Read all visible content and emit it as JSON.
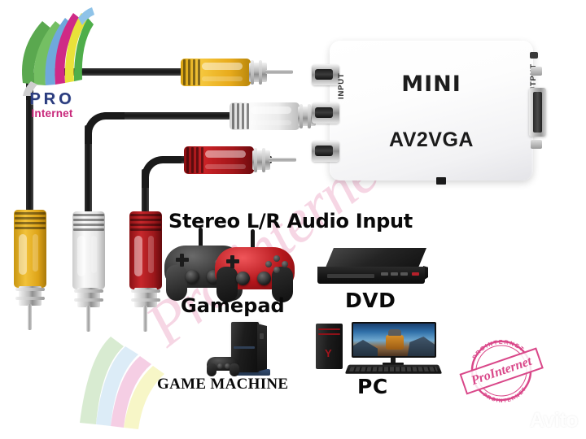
{
  "brand": {
    "logo_primary": "PRO",
    "logo_secondary": "Internet",
    "logo_icon": "colored-leaves-logo",
    "primary_color": "#2b3c7e",
    "secondary_color": "#c8277a"
  },
  "watermarks": {
    "diagonal_text": "Pro internet",
    "diagonal_color": "#e278a5",
    "marketplace": "Avito",
    "marketplace_color": "#ffffff",
    "stamp": {
      "center_text": "ProInternet",
      "arc_top_text": "PROINTERNET",
      "arc_bottom_text": "PROINTERNET",
      "color": "#d6387f"
    }
  },
  "device": {
    "title": "MINI",
    "model": "AV2VGA",
    "input_label": "INPUT",
    "output_label": "OUTPUT",
    "body_color": "#ffffff",
    "jacks": [
      {
        "name": "video-jack",
        "color": "#9b9b9b"
      },
      {
        "name": "audio-left-jack",
        "color": "#9b9b9b"
      },
      {
        "name": "audio-right-jack",
        "color": "#9b9b9b"
      }
    ],
    "output_port": "VGA"
  },
  "cables": [
    {
      "name": "video-cable",
      "color": "#e8ab1c",
      "color_name": "yellow"
    },
    {
      "name": "audio-left-cable",
      "color": "#ebebeb",
      "color_name": "white"
    },
    {
      "name": "audio-right-cable",
      "color": "#b81d21",
      "color_name": "red"
    }
  ],
  "captions": {
    "stereo": "Stereo L/R Audio Input",
    "gamepad": "Gamepad",
    "dvd": "DVD",
    "game_machine": "GAME MACHINE",
    "pc": "PC"
  },
  "devices_shown": [
    {
      "name": "gamepad",
      "label": "Gamepad"
    },
    {
      "name": "dvd-player",
      "label": "DVD"
    },
    {
      "name": "game-console",
      "label": "GAME MACHINE"
    },
    {
      "name": "desktop-computer",
      "label": "PC"
    }
  ]
}
